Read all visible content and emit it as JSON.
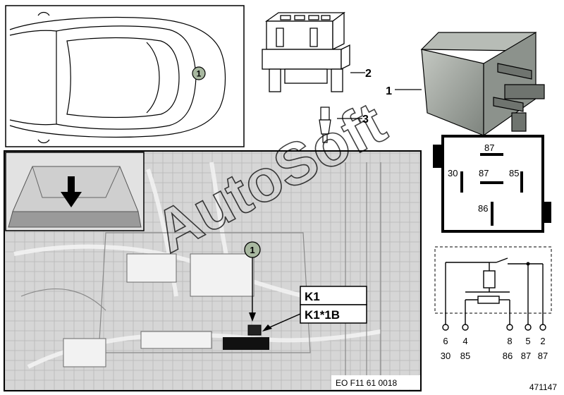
{
  "callouts": {
    "car_marker": "1",
    "photo_marker": "1",
    "relay": "1",
    "socket": "2",
    "terminal": "3"
  },
  "photo_labels": {
    "k1": "K1",
    "k1_1b": "K1*1B"
  },
  "image_code": "EO F11 61 0018",
  "doc_number": "471147",
  "watermark": "AutoSoft",
  "pin_diagram": {
    "top": "87",
    "left": "30",
    "center": "87",
    "right": "85",
    "bottom": "86"
  },
  "schematic": {
    "pin_numbers": [
      "6",
      "4",
      "8",
      "5",
      "2"
    ],
    "terminal_numbers": [
      "30",
      "85",
      "86",
      "87",
      "87"
    ]
  },
  "colors": {
    "line": "#000000",
    "relay_body": "#9aa09a",
    "photo_bg": "#dcdcdc",
    "marker_fill": "#a8b8a0"
  }
}
